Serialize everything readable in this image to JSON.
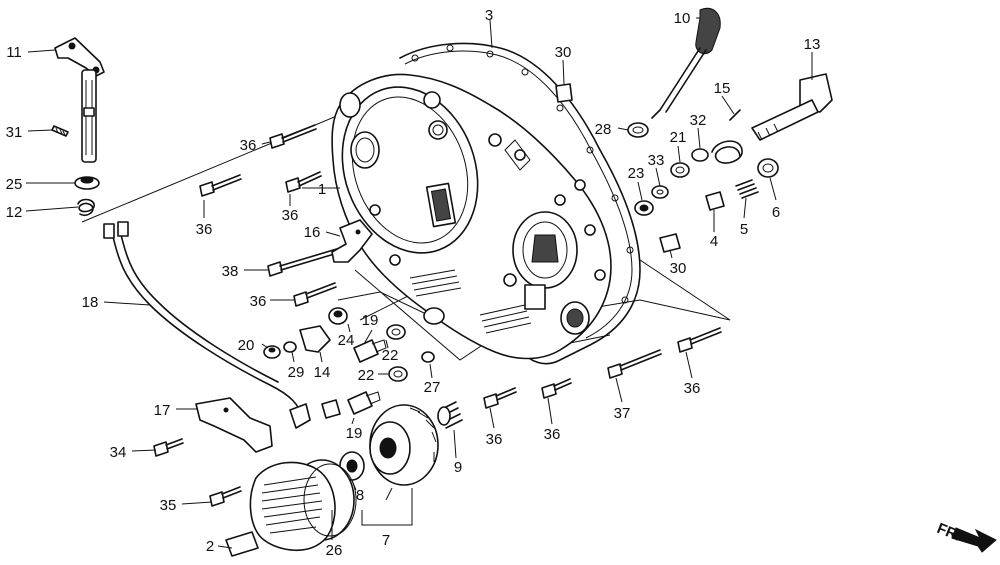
{
  "callouts": [
    {
      "id": "c1",
      "label": "1"
    },
    {
      "id": "c2",
      "label": "2"
    },
    {
      "id": "c3",
      "label": "3"
    },
    {
      "id": "c4",
      "label": "4"
    },
    {
      "id": "c5",
      "label": "5"
    },
    {
      "id": "c6",
      "label": "6"
    },
    {
      "id": "c7",
      "label": "7"
    },
    {
      "id": "c8",
      "label": "8"
    },
    {
      "id": "c9",
      "label": "9"
    },
    {
      "id": "c10",
      "label": "10"
    },
    {
      "id": "c11",
      "label": "11"
    },
    {
      "id": "c12",
      "label": "12"
    },
    {
      "id": "c13",
      "label": "13"
    },
    {
      "id": "c14",
      "label": "14"
    },
    {
      "id": "c15",
      "label": "15"
    },
    {
      "id": "c16",
      "label": "16"
    },
    {
      "id": "c17",
      "label": "17"
    },
    {
      "id": "c18",
      "label": "18"
    },
    {
      "id": "c19a",
      "label": "19"
    },
    {
      "id": "c19b",
      "label": "19"
    },
    {
      "id": "c20",
      "label": "20"
    },
    {
      "id": "c21",
      "label": "21"
    },
    {
      "id": "c22a",
      "label": "22"
    },
    {
      "id": "c22b",
      "label": "22"
    },
    {
      "id": "c23",
      "label": "23"
    },
    {
      "id": "c24",
      "label": "24"
    },
    {
      "id": "c25",
      "label": "25"
    },
    {
      "id": "c26",
      "label": "26"
    },
    {
      "id": "c27",
      "label": "27"
    },
    {
      "id": "c28",
      "label": "28"
    },
    {
      "id": "c29",
      "label": "29"
    },
    {
      "id": "c30a",
      "label": "30"
    },
    {
      "id": "c30b",
      "label": "30"
    },
    {
      "id": "c31",
      "label": "31"
    },
    {
      "id": "c32",
      "label": "32"
    },
    {
      "id": "c33",
      "label": "33"
    },
    {
      "id": "c34",
      "label": "34"
    },
    {
      "id": "c35",
      "label": "35"
    },
    {
      "id": "c36a",
      "label": "36"
    },
    {
      "id": "c36b",
      "label": "36"
    },
    {
      "id": "c36c",
      "label": "36"
    },
    {
      "id": "c36d",
      "label": "36"
    },
    {
      "id": "c36e",
      "label": "36"
    },
    {
      "id": "c36f",
      "label": "36"
    },
    {
      "id": "c36g",
      "label": "36"
    },
    {
      "id": "c37",
      "label": "37"
    },
    {
      "id": "c38",
      "label": "38"
    }
  ],
  "direction_marker": {
    "label": "FR."
  }
}
